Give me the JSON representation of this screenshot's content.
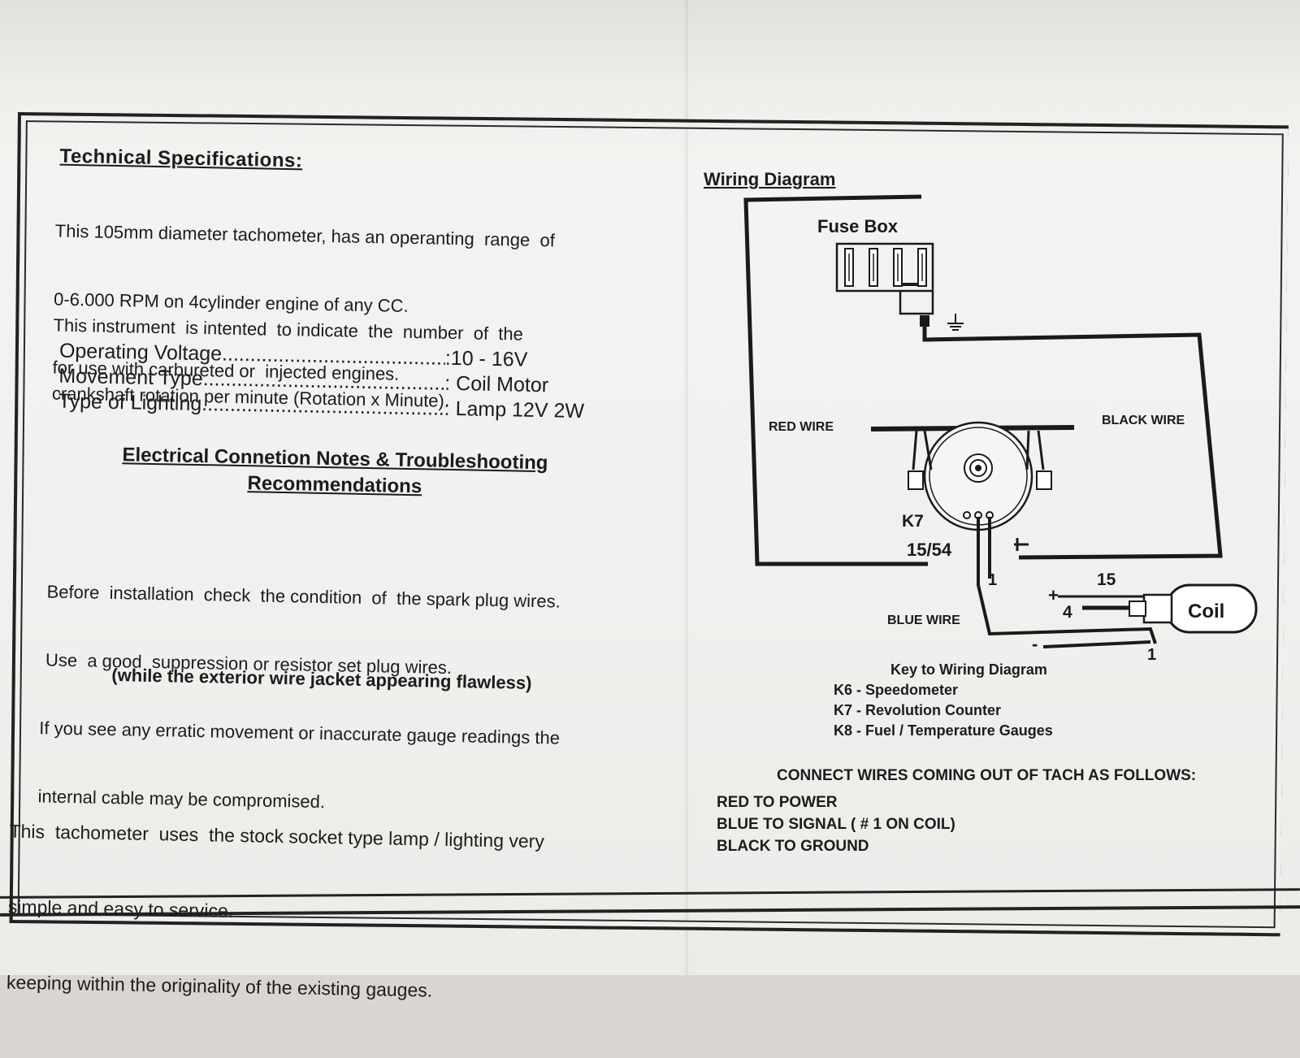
{
  "left": {
    "title": "Technical Specifications:",
    "intro": [
      "This 105mm diameter tachometer, has an operanting  range  of",
      "0-6.000 RPM on 4cylinder engine of any CC.",
      "for use with carbureted or  injected engines."
    ],
    "purpose": [
      "This instrument  is intented  to indicate  the  number  of  the",
      "crankshaft rotation per minute (Rotation x Minute)."
    ],
    "specs": [
      {
        "label": "Operating Voltage",
        "value": ":10 - 16V"
      },
      {
        "label": "Movement Type",
        "value": ": Coil Motor"
      },
      {
        "label": "Type of Lighting",
        "value": ": Lamp 12V 2W"
      }
    ],
    "notes_heading": [
      "Electrical Connetion Notes & Troubleshooting",
      "Recommendations"
    ],
    "install": [
      "   Before  installation  check  the condition  of  the spark plug wires.",
      "   Use  a good  suppression or resistor set plug wires.",
      "  If you see any erratic movement or inaccurate gauge readings the",
      "  internal cable may be compromised."
    ],
    "note": "(while the exterior wire jacket appearing flawless)",
    "service": [
      "This  tachometer  uses  the stock socket type lamp / lighting very",
      "simple and easy to service.",
      "keeping within the originality of the existing gauges."
    ]
  },
  "right": {
    "title": "Wiring Diagram",
    "labels": {
      "fuse_box": "Fuse Box",
      "red_wire": "RED WIRE",
      "black_wire": "BLACK WIRE",
      "blue_wire": "BLUE WIRE",
      "k7": "K7",
      "terminal_1554": "15/54",
      "coil": "Coil",
      "coil_15": "15",
      "coil_4": "4",
      "coil_1": "1",
      "wire_1": "1",
      "plus": "+",
      "minus": "-"
    },
    "key_title": "Key to Wiring Diagram",
    "key_items": [
      "K6 - Speedometer",
      "K7 - Revolution Counter",
      "K8 - Fuel / Temperature Gauges"
    ],
    "connect_title": "CONNECT WIRES COMING OUT OF TACH AS FOLLOWS:",
    "connect_items": [
      "RED TO POWER",
      "BLUE TO SIGNAL ( # 1 ON COIL)",
      "BLACK TO GROUND"
    ]
  }
}
